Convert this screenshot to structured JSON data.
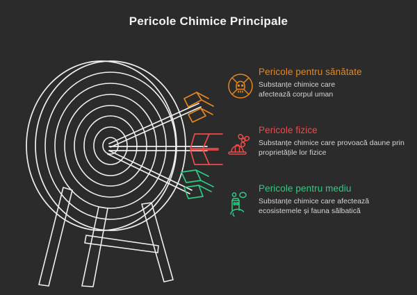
{
  "page": {
    "title": "Pericole Chimice Principale",
    "background_color": "#2b2b2b",
    "title_color": "#f2f2f2",
    "watermark": ""
  },
  "illustration": {
    "name": "archery-target-with-three-arrows",
    "ring_count": 7,
    "stroke_color": "#f0f0f0",
    "arrows": [
      {
        "name": "arrow-health",
        "color": "#E8871E",
        "direction": "upper-right"
      },
      {
        "name": "arrow-physical",
        "color": "#EE4B4B",
        "direction": "right"
      },
      {
        "name": "arrow-environment",
        "color": "#2ECC84",
        "direction": "lower-right"
      }
    ]
  },
  "legend": {
    "items": [
      {
        "id": "health",
        "icon": "skull-hazard-icon",
        "heading": "Pericole pentru sănătate",
        "description": "Substanțe chimice care\nafectează corpul uman",
        "color": "#E8871E"
      },
      {
        "id": "physical",
        "icon": "hardhat-explosion-icon",
        "heading": "Pericole fizice",
        "description": "Substanțe chimice care provoacă daune prin\nproprietățile lor fizice",
        "color": "#EE4B4B"
      },
      {
        "id": "environment",
        "icon": "factory-emissions-icon",
        "heading": "Pericole pentru mediu",
        "description": "Substanțe chimice care afectează\necosistemele și fauna sălbatică",
        "color": "#2ECC84"
      }
    ]
  }
}
